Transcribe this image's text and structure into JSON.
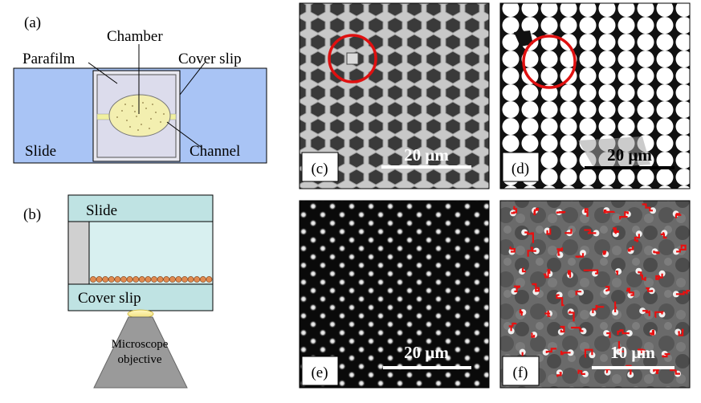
{
  "panel_a": {
    "tag": "(a)",
    "labels": {
      "chamber": "Chamber",
      "parafilm": "Parafilm",
      "cover_slip": "Cover slip",
      "slide": "Slide",
      "channel": "Channel"
    }
  },
  "panel_b": {
    "tag": "(b)",
    "labels": {
      "slide": "Slide",
      "cover_slip": "Cover slip",
      "objective_line1": "Microscope",
      "objective_line2": "objective"
    }
  },
  "panel_c": {
    "tag": "(c)",
    "scale": "20 μm"
  },
  "panel_d": {
    "tag": "(d)",
    "scale": "20 μm"
  },
  "panel_e": {
    "tag": "(e)",
    "scale": "20 μm"
  },
  "panel_f": {
    "tag": "(f)",
    "scale": "10 μm"
  },
  "colors": {
    "slide_blue": "#a9c4f5",
    "chamber_fill": "#f3efb0",
    "channel_fill": "#f0f0a0",
    "teal_glass": "#bfe3e3",
    "particle_orange": "#e08a50",
    "highlight_red": "#e01010",
    "trajectory_red": "#e81010"
  }
}
